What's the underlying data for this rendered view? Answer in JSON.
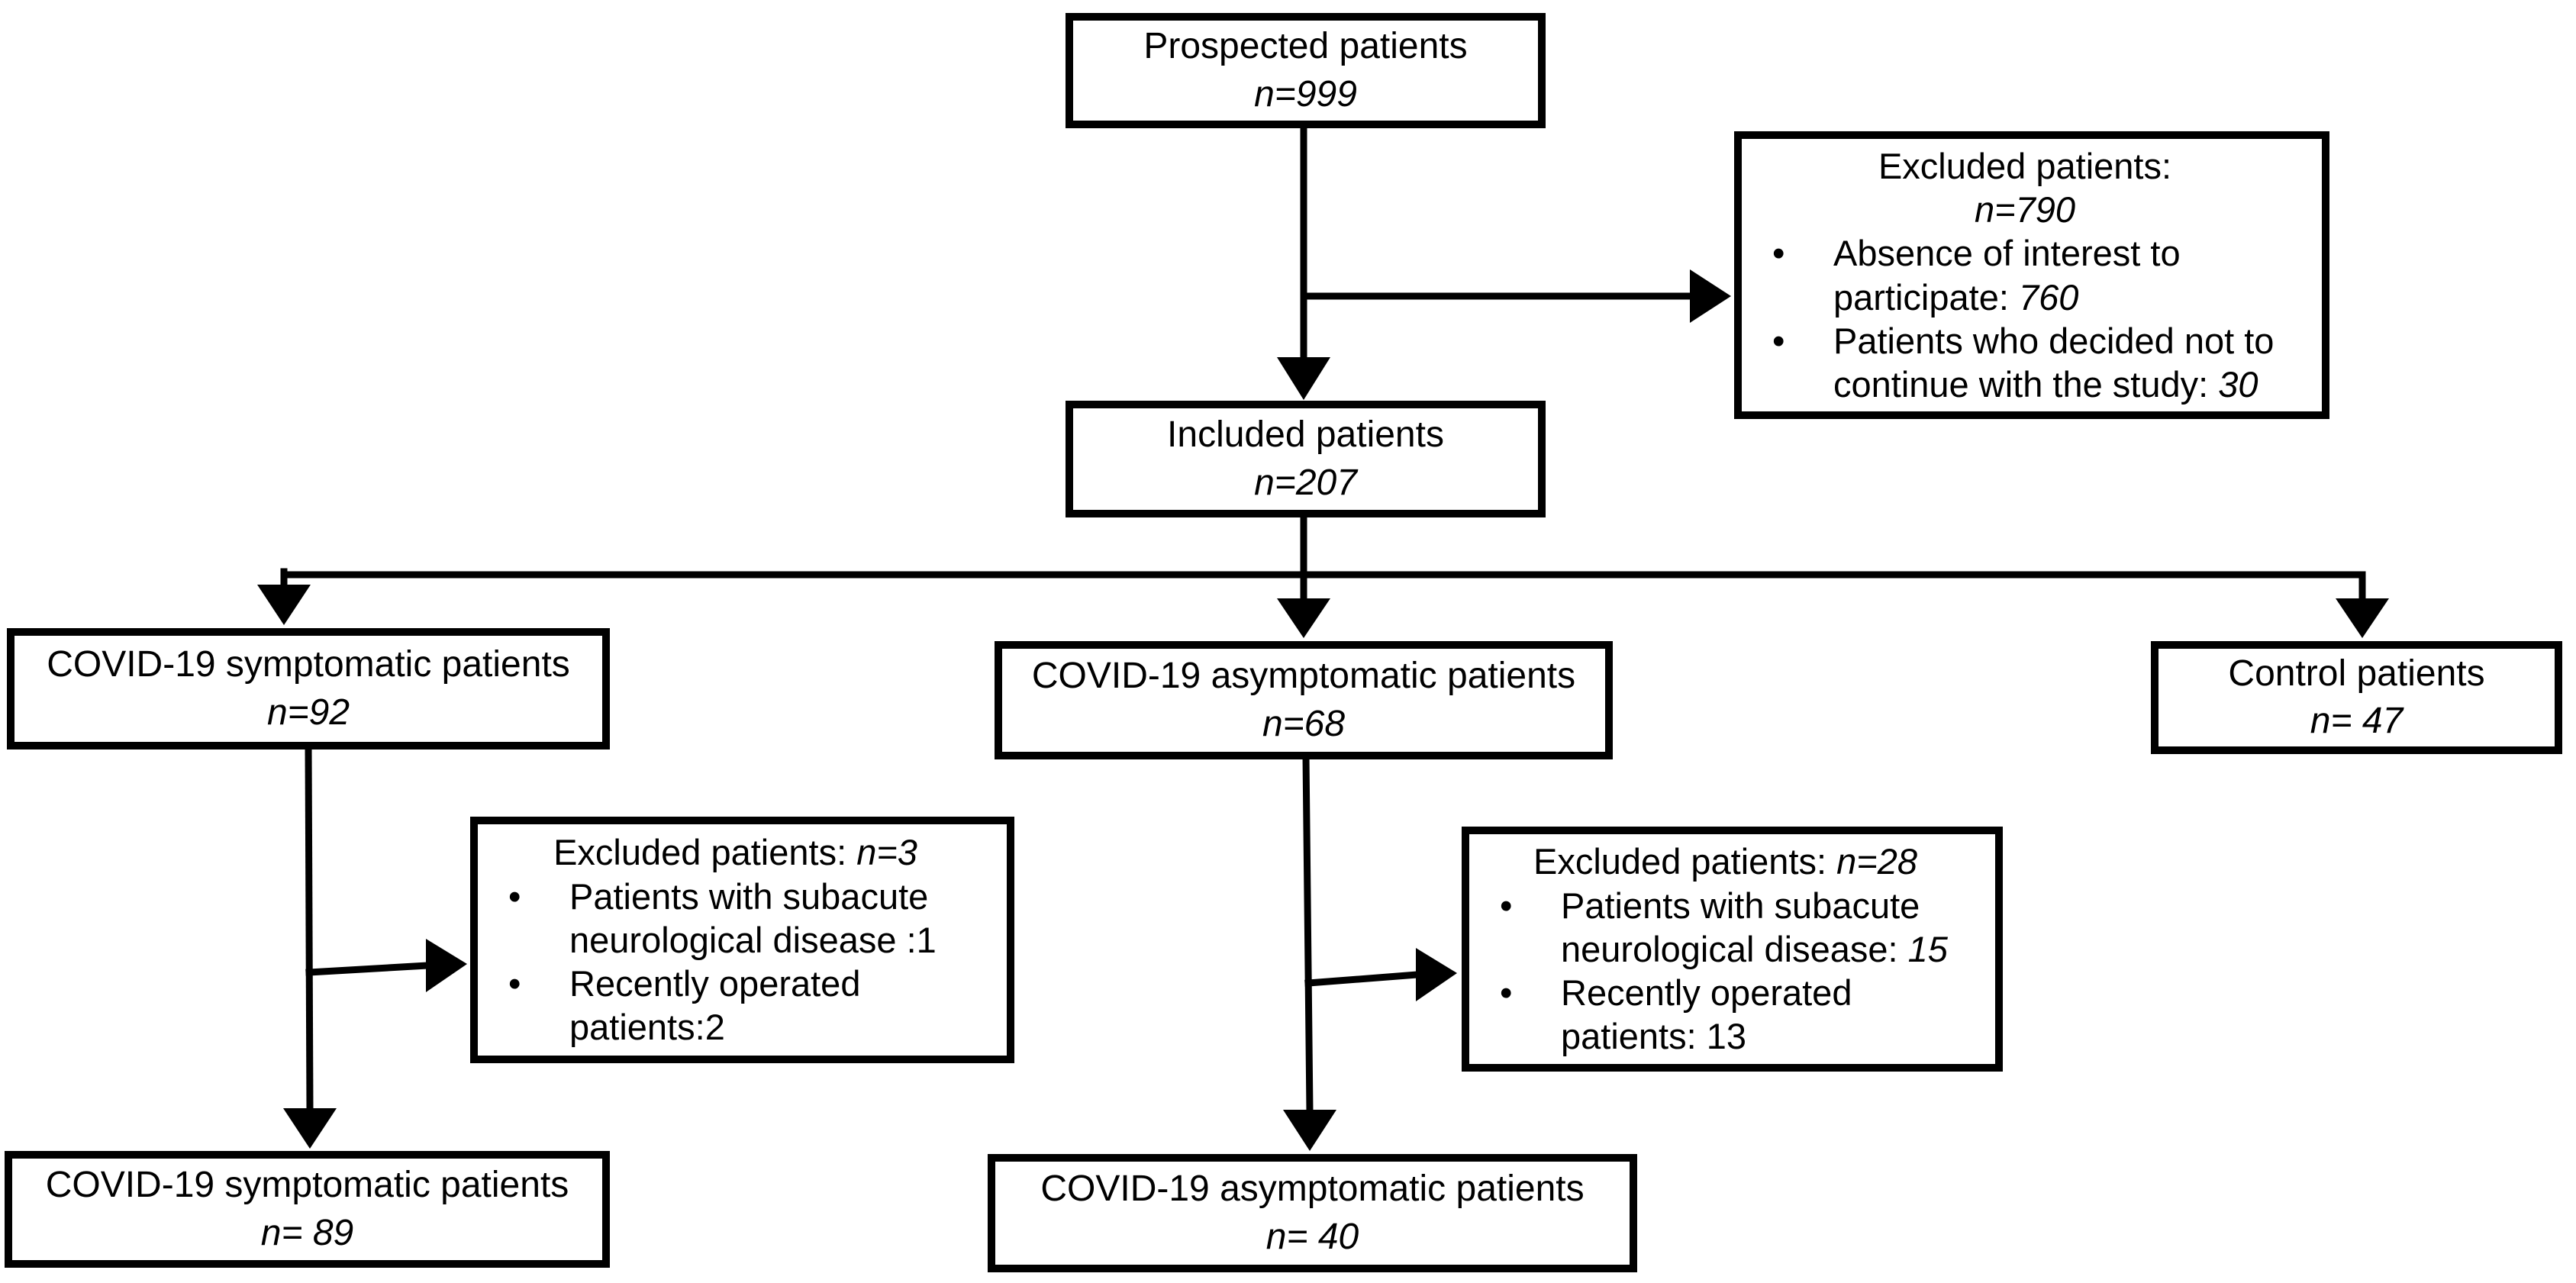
{
  "figure": {
    "type": "patient-flow-diagram",
    "background": "#ffffff",
    "ink": "#000000",
    "bullet_char": "•",
    "boxes": {
      "prospected": {
        "title": "Prospected patients",
        "n": "n=999"
      },
      "excluded_initial": {
        "title": "Excluded patients:",
        "n": "n=790",
        "b1": {
          "l1": "Absence of interest to",
          "l2": "participate: ",
          "value": "760"
        },
        "b2": {
          "l1": "Patients who decided not to",
          "l2": "continue with the study: ",
          "value": "30"
        }
      },
      "included": {
        "title": "Included patients",
        "n": "n=207"
      },
      "symptomatic": {
        "title": "COVID-19 symptomatic patients",
        "n": "n=92"
      },
      "asymptomatic": {
        "title": "COVID-19 asymptomatic patients",
        "n": "n=68"
      },
      "control": {
        "title": "Control patients",
        "n": "n= 47"
      },
      "excluded_symptomatic": {
        "title": "Excluded patients: ",
        "n": "n=3",
        "b1": {
          "l1": "Patients with subacute",
          "l2": "neurological disease :",
          "value": "1"
        },
        "b2": {
          "l1": "Recently operated",
          "l2": "patients:",
          "value": "2"
        }
      },
      "excluded_asymptomatic": {
        "title": "Excluded patients: ",
        "n": "n=28",
        "b1": {
          "l1": "Patients with subacute",
          "l2": "neurological disease: ",
          "value": "15"
        },
        "b2": {
          "l1": "Recently operated",
          "l2": "patients: ",
          "value": "13"
        }
      },
      "symptomatic_final": {
        "title": "COVID-19 symptomatic patients",
        "n": "n= 89"
      },
      "asymptomatic_final": {
        "title": "COVID-19 asymptomatic patients",
        "n": "n= 40"
      }
    }
  }
}
